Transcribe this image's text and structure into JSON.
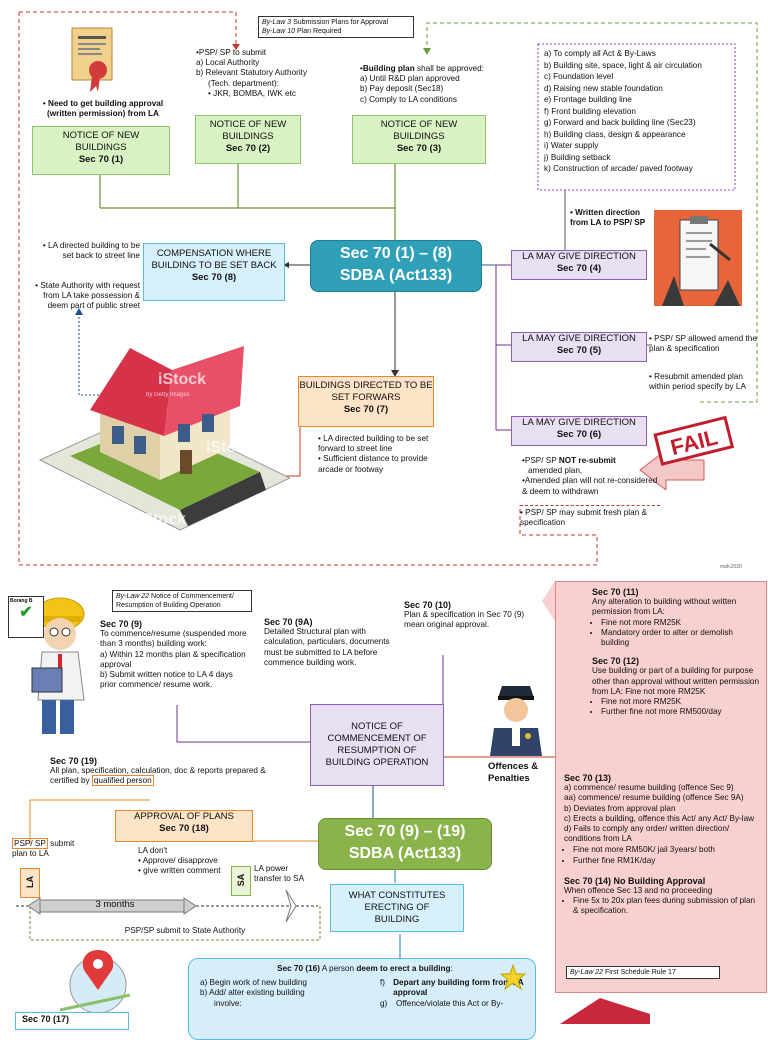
{
  "bylaw_top": {
    "l1a": "By-Law 3",
    "l1b": " Submission Plans for Approval",
    "l2a": "By-Law 10",
    "l2b": " Plan Required"
  },
  "need_approval": "Need to get building approval (written permission) from LA",
  "psp_submit": {
    "head": "PSP/ SP to submit",
    "a": "a)  Local Authority",
    "b": "b)  Relevant Statutory Authority",
    "b2": "(Tech. department):",
    "c": "JKR, BOMBA, IWK etc"
  },
  "building_plan": {
    "head1": "Building plan",
    "head2": " shall be approved:",
    "a": "a)  Until R&D plan approved",
    "b": "b)  Pay deposit (Sec18)",
    "c": "c)  Comply to LA conditions"
  },
  "requirements": [
    "a)  To comply all Act & By-Laws",
    "b)  Building site, space, light & air circulation",
    "c)  Foundation level",
    "d)  Raising new stable foundation",
    "e)  Frontage building line",
    "f)  Front building elevation",
    "g)  Forward and back building line (Sec23)",
    "h)  Building class, design & appearance",
    "i)   Water supply",
    "j)   Building setback",
    "k)  Construction of arcade/ paved footway"
  ],
  "notice_boxes": [
    {
      "label": "NOTICE OF NEW BUILDINGS",
      "sec": "Sec 70 (1)"
    },
    {
      "label": "NOTICE OF NEW BUILDINGS",
      "sec": "Sec 70 (2)"
    },
    {
      "label": "NOTICE OF NEW BUILDINGS",
      "sec": "Sec 70 (3)"
    }
  ],
  "central1": {
    "l1": "Sec 70 (1) – (8)",
    "l2": "SDBA (Act133)"
  },
  "compensation": {
    "l1": "COMPENSATION WHERE BUILDING TO BE SET BACK",
    "sec": "Sec 70 (8)"
  },
  "la_directed_back": "LA directed building to be set back to street line",
  "state_authority": "State Authority with request from LA take possession & deem part of public street",
  "written_direction": "Written direction from LA to PSP/ SP",
  "direction": [
    {
      "label": "LA MAY GIVE DIRECTION",
      "sec": "Sec 70 (4)"
    },
    {
      "label": "LA MAY GIVE DIRECTION",
      "sec": "Sec 70 (5)"
    },
    {
      "label": "LA MAY GIVE DIRECTION",
      "sec": "Sec 70 (6)"
    }
  ],
  "amend_allowed": "PSP/ SP allowed amend the plan & specification",
  "resubmit": "Resubmit amended plan within period specify by LA",
  "not_resubmit": {
    "p1": "PSP/ SP ",
    "p2": "NOT re-submit",
    "p3": " amended plan,",
    "p4": "Amended plan will not re-considered & deem to withdrawn"
  },
  "fresh_plan": "PSP/ SP may submit fresh plan & specification",
  "fail_stamp": "FAIL",
  "forward_box": {
    "l1": "BUILDINGS DIRECTED TO BE SET FORWARS",
    "sec": "Sec 70 (7)"
  },
  "forward_notes": [
    "LA directed building to be set forward to street line",
    "Sufficient distance to provide arcade or footway"
  ],
  "watermark": "iStock",
  "watermark_sub": "by Getty Images",
  "credit": "mafc2020",
  "borang": "Borang B",
  "bylaw22": {
    "a": "By-Law 22",
    "b": " Notice of Commencement/ Resumption of Building Operation"
  },
  "sec709": {
    "head": "Sec 70 (9)",
    "body": "To commence/resume (suspended more than 3 months)  building work:",
    "a": "a) Within 12 months plan & specification approval",
    "b": "b) Submit written notice to LA 4 days prior commence/ resume work."
  },
  "sec709a": {
    "head": "Sec 70 (9A)",
    "body": "Detailed Structural plan with calculation, particulars, documents must be submitted to LA before commence building work."
  },
  "sec7010": {
    "head": "Sec 70 (10)",
    "body": "Plan & specification in Sec 70 (9) mean original approval."
  },
  "notice_commencement": "NOTICE OF COMMENCEMENT OF RESUMPTION OF BUILDING OPERATION",
  "offences": "Offences & Penalties",
  "sec7019": {
    "head": "Sec 70 (19)",
    "body": "All plan, specification, calculation, doc & reports prepared & certified by ",
    "qp": "qualified person"
  },
  "approval_plans": {
    "l1": "APPROVAL OF PLANS",
    "sec": "Sec 70 (18)"
  },
  "psp_submit_la": {
    "a": "PSP/ SP",
    "b": " submit plan to LA"
  },
  "la_dont": {
    "head": "LA don't",
    "i1": "Approve/ disapprove",
    "i2": "give written comment"
  },
  "la_power": "LA power transfer to SA",
  "la_tag": "LA",
  "sa_tag": "SA",
  "months": "3 months",
  "psp_state": "PSP/SP submit to State Authority",
  "central2": {
    "l1": "Sec 70 (9) – (19)",
    "l2": "SDBA (Act133)"
  },
  "erecting": "WHAT CONSTITUTES ERECTING OF BUILDING",
  "sec7016": {
    "head": "Sec 70 (16)",
    "mid": " A person ",
    "deem": "deem to erect a building",
    "a": "a)  Begin work of new building",
    "b": "b)  Add/ alter existing building",
    "b2": "involve:",
    "f": "f)",
    "fd": "Depart any building form from LA approval",
    "g": "g)",
    "gd": "Offence/violate this Act or By-"
  },
  "sec7017": "Sec 70 (17)",
  "penalties": {
    "s11": "Sec 70 (11)",
    "s11b": "Any alteration to building without written permission from LA:",
    "s11i": [
      "Fine not more RM25K",
      "Mandatory order to alter or demolish building"
    ],
    "s12": "Sec 70 (12)",
    "s12b": "Use building or part of a building for purpose other than approval without written permission from LA:  Fine not more RM25K",
    "s12i": [
      "Fine not more RM25K",
      "Further fine not more RM500/day"
    ],
    "s13": "Sec 70 (13)",
    "s13l": [
      "a) commence/ resume building (offence Sec 9)",
      "aa) commence/ resume building (offence Sec 9A)",
      "b) Deviates from approval plan",
      "c) Erects a building, offence this Act/ any Act/ By-law",
      "d) Fails to comply any order/ written direction/ conditions from LA"
    ],
    "s13i": [
      "Fine not more RM50K/ jail 3years/ both",
      "Further fine RM1K/day"
    ],
    "s14": "Sec 70 (14) No Building Approval",
    "s14b": "When offence Sec 13 and no proceeding",
    "s14i": [
      "Fine 5x to 20x plan fees during submission of plan & specification."
    ],
    "rule": {
      "a": "By-Law 22",
      "b": " First Schedule Rule 17"
    }
  }
}
